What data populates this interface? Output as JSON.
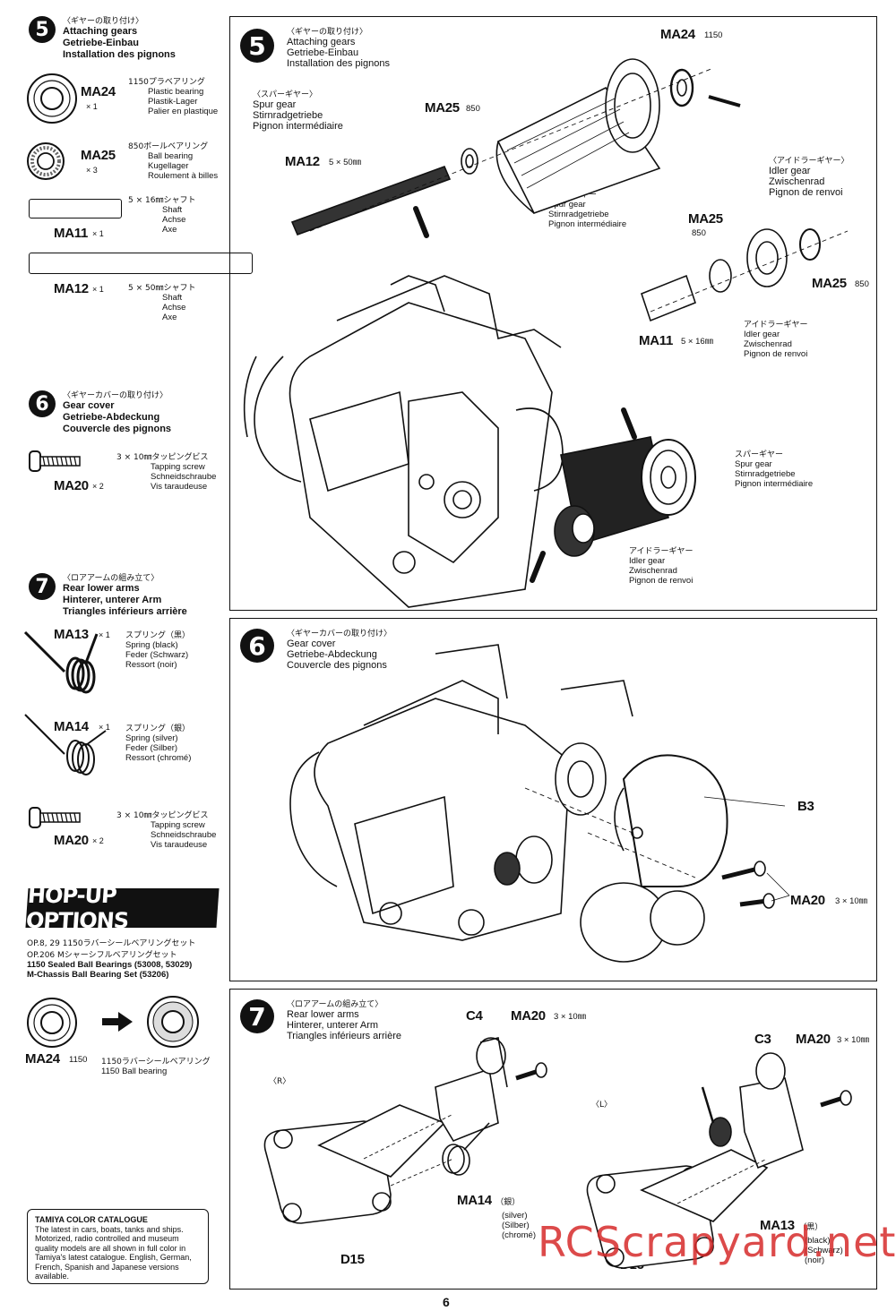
{
  "left_column": {
    "step5": {
      "number": "5",
      "title_jp": "〈ギヤーの取り付け〉",
      "title_en": "Attaching gears",
      "title_de": "Getriebe-Einbau",
      "title_fr": "Installation des pignons",
      "parts": [
        {
          "code": "MA24",
          "qty": "× 1",
          "jp": "1150プラベアリング",
          "en": "Plastic bearing",
          "de": "Plastik-Lager",
          "fr": "Palier en plastique"
        },
        {
          "code": "MA25",
          "qty": "× 3",
          "jp": "850ボールベアリング",
          "en": "Ball bearing",
          "de": "Kugellager",
          "fr": "Roulement à billes"
        },
        {
          "code": "MA11",
          "qty": "× 1",
          "jp": "5 × 16㎜シャフト",
          "en": "Shaft",
          "de": "Achse",
          "fr": "Axe"
        },
        {
          "code": "MA12",
          "qty": "× 1",
          "jp": "5 × 50㎜シャフト",
          "en": "Shaft",
          "de": "Achse",
          "fr": "Axe"
        }
      ]
    },
    "step6": {
      "number": "6",
      "title_jp": "〈ギヤーカバーの取り付け〉",
      "title_en": "Gear cover",
      "title_de": "Getriebe-Abdeckung",
      "title_fr": "Couvercle des pignons",
      "parts": [
        {
          "code": "MA20",
          "qty": "× 2",
          "jp": "3 × 10㎜タッピングビス",
          "en": "Tapping screw",
          "de": "Schneidschraube",
          "fr": "Vis taraudeuse"
        }
      ]
    },
    "step7": {
      "number": "7",
      "title_jp": "〈ロアアームの組み立て〉",
      "title_en": "Rear lower arms",
      "title_de": "Hinterer, unterer Arm",
      "title_fr": "Triangles inférieurs arrière",
      "parts": [
        {
          "code": "MA13",
          "qty": "× 1",
          "jp": "スプリング（黒）",
          "en": "Spring (black)",
          "de": "Feder (Schwarz)",
          "fr": "Ressort (noir)"
        },
        {
          "code": "MA14",
          "qty": "× 1",
          "jp": "スプリング（銀）",
          "en": "Spring (silver)",
          "de": "Feder (Silber)",
          "fr": "Ressort (chromé)"
        },
        {
          "code": "MA20",
          "qty": "× 2",
          "jp": "3 × 10㎜タッピングビス",
          "en": "Tapping screw",
          "de": "Schneidschraube",
          "fr": "Vis taraudeuse"
        }
      ]
    },
    "hopup": {
      "banner": "HOP-UP OPTIONS",
      "line1": "OP.8, 29  1150ラバーシールベアリングセット",
      "line2": "OP.206  Mシャーシフルベアリングセット",
      "line3": "1150 Sealed Ball Bearings (53008, 53029)",
      "line4": "M-Chassis Ball Bearing Set (53206)",
      "part_code": "MA24",
      "part_size": "1150",
      "replacement_jp": "1150ラバーシールベアリング",
      "replacement_en": "1150 Ball bearing"
    },
    "catalog": {
      "title": "TAMIYA COLOR CATALOGUE",
      "body": "The latest in cars, boats, tanks and ships. Motorized, radio controlled and museum quality models are all shown in full color in Tamiya's latest catalogue. English, German, French, Spanish and Japanese versions available."
    }
  },
  "panel5": {
    "number": "5",
    "title_jp": "〈ギヤーの取り付け〉",
    "title_en": "Attaching gears",
    "title_de": "Getriebe-Einbau",
    "title_fr": "Installation des pignons",
    "spur_jp": "〈スパーギヤー〉",
    "spur_en": "Spur gear",
    "spur_de": "Stirnradgetriebe",
    "spur_fr": "Pignon intermédiaire",
    "idler_jp": "〈アイドラーギヤー〉",
    "idler_en": "Idler gear",
    "idler_de": "Zwischenrad",
    "idler_fr": "Pignon de renvoi",
    "ma24": "MA24",
    "ma24_size": "1150",
    "ma25a": "MA25",
    "ma25a_size": "850",
    "ma12": "MA12",
    "ma12_size": "5 × 50㎜",
    "ma25b": "MA25",
    "ma25b_size": "850",
    "ma25c": "MA25",
    "ma25c_size": "850",
    "ma11": "MA11",
    "ma11_size": "5 × 16㎜",
    "spur_label_jp": "スパーギヤー",
    "idler_label_jp": "アイドラーギヤー"
  },
  "panel6": {
    "number": "6",
    "title_jp": "〈ギヤーカバーの取り付け〉",
    "title_en": "Gear cover",
    "title_de": "Getriebe-Abdeckung",
    "title_fr": "Couvercle des pignons",
    "b3": "B3",
    "ma20": "MA20",
    "ma20_size": "3 × 10㎜"
  },
  "panel7": {
    "number": "7",
    "title_jp": "〈ロアアームの組み立て〉",
    "title_en": "Rear lower arms",
    "title_de": "Hinterer, unterer Arm",
    "title_fr": "Triangles inférieurs arrière",
    "right_label": "〈R〉",
    "left_label": "〈L〉",
    "c4": "C4",
    "c3": "C3",
    "ma20_r": "MA20",
    "ma20_r_size": "3 × 10㎜",
    "ma20_l": "MA20",
    "ma20_l_size": "3 × 10㎜",
    "ma14": "MA14",
    "ma14_jp": "（銀）",
    "ma14_en": "(silver)",
    "ma14_de": "(Silber)",
    "ma14_fr": "(chromé)",
    "ma13": "MA13",
    "ma13_jp": "（黒）",
    "ma13_en": "(black)",
    "ma13_de": "(Schwarz)",
    "ma13_fr": "(noir)",
    "d15_r": "D15",
    "d15_l": "D15"
  },
  "page_number": "6",
  "watermark": "RCScrapyard.net"
}
